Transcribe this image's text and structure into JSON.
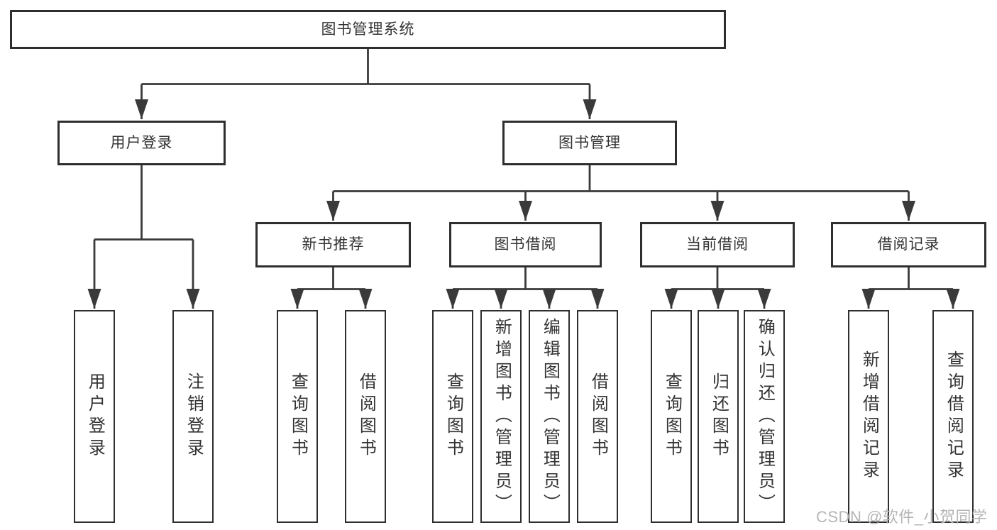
{
  "diagram": {
    "title": "图书管理系统",
    "type": "tree / functional structure diagram",
    "colors": {
      "line": "#3a3a3a",
      "box_border": "#2e2e2e",
      "text": "#333333",
      "background": "#ffffff",
      "watermark": "#b5b5b5"
    },
    "watermark": "CSDN @软件_小贺同学",
    "root": {
      "label": "图书管理系统",
      "children": [
        {
          "label": "用户登录",
          "children": [
            {
              "label": "用户登录"
            },
            {
              "label": "注销登录"
            }
          ]
        },
        {
          "label": "图书管理",
          "children": [
            {
              "label": "新书推荐",
              "children": [
                {
                  "label": "查询图书"
                },
                {
                  "label": "借阅图书"
                }
              ]
            },
            {
              "label": "图书借阅",
              "children": [
                {
                  "label": "查询图书"
                },
                {
                  "label": "新增图书（管理员）"
                },
                {
                  "label": "编辑图书（管理员）"
                },
                {
                  "label": "借阅图书"
                }
              ]
            },
            {
              "label": "当前借阅",
              "children": [
                {
                  "label": "查询图书"
                },
                {
                  "label": "归还图书"
                },
                {
                  "label": "确认归还（管理员）"
                }
              ]
            },
            {
              "label": "借阅记录",
              "children": [
                {
                  "label": "新增借阅记录"
                },
                {
                  "label": "查询借阅记录"
                }
              ]
            }
          ]
        }
      ]
    }
  }
}
